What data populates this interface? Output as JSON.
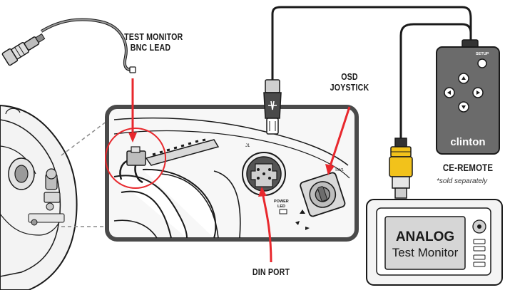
{
  "labels": {
    "test_monitor_lead_line1": "TEST MONITOR",
    "test_monitor_lead_line2": "BNC LEAD",
    "osd_joystick_line1": "OSD",
    "osd_joystick_line2": "JOYSTICK",
    "din_port": "DIN PORT",
    "ce_remote": "CE-REMOTE",
    "sold_separately": "*sold separately"
  },
  "remote": {
    "brand": "clinton",
    "setup_label": "SETUP"
  },
  "monitor": {
    "line1": "ANALOG",
    "line2": "Test Monitor"
  },
  "board": {
    "power_led_line1": "POWER",
    "power_led_line2": "LED",
    "j1_label": "J1",
    "sw1_label": "SW1"
  },
  "colors": {
    "highlight_red": "#e8282d",
    "bnc_yellow": "#f2c21b",
    "remote_body": "#6b6b6b",
    "outline": "#1a1a1a"
  },
  "icons": [
    "bnc-connector-icon",
    "din-plug-icon",
    "joystick-icon",
    "dpad-icon",
    "camera-dome-icon"
  ]
}
